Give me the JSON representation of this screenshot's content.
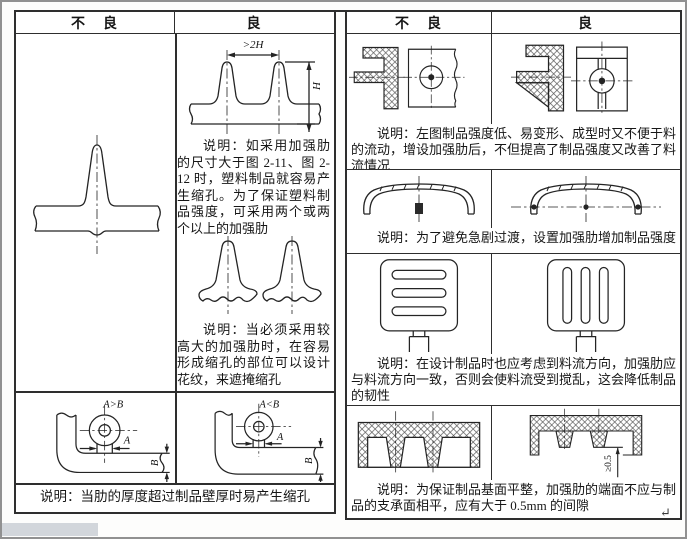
{
  "page": {
    "return_mark": "↵"
  },
  "left_table": {
    "header_bad": "不　良",
    "header_good": "良",
    "dims": {
      "two_h": ">2H",
      "h": "H",
      "a_gt_b": "A>B",
      "a_lt_b": "A<B",
      "a1": "A",
      "b1": "B",
      "a2": "A",
      "b2": "B"
    },
    "text1": "说明：如采用加强肋的尺寸大于图 2-11、图 2-12 时，塑料制品就容易产生缩孔。为了保证塑料制品强度，可采用两个或两个以上的加强肋",
    "text2": "说明：当必须采用较高大的加强肋时，在容易形成缩孔的部位可以设计花纹，来遮掩缩孔",
    "text_bottom": "说明：当肋的厚度超过制品壁厚时易产生缩孔"
  },
  "right_table": {
    "header_bad": "不　良",
    "header_good": "良",
    "dims": {
      "gap": "≥0.5"
    },
    "text1": "说明：左图制品强度低、易变形、成型时又不便于料的流动，增设加强肋后，不但提高了制品强度又改善了料流情况",
    "text2": "说明：为了避免急剧过渡，设置加强肋增加制品强度",
    "text3": "说明：在设计制品时也应考虑到料流方向，加强肋应与料流方向一致，否则会使料流受到搅乱，这会降低制品的韧性",
    "text4": "说明：为保证制品基面平整，加强肋的端面不应与制品的支承面相平，应有大于 0.5mm 的间隙"
  }
}
